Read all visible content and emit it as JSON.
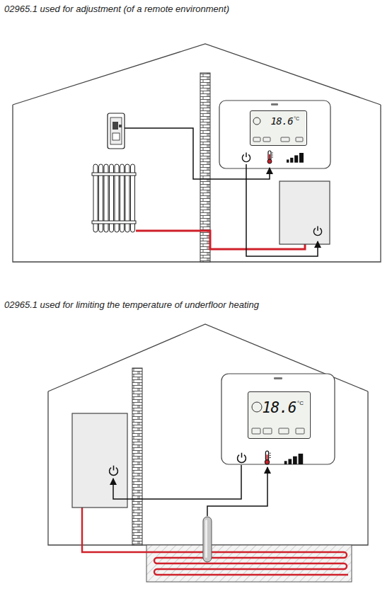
{
  "diagram": {
    "nodes": [
      {
        "text": [
          "18.6",
          "°C"
        ]
      },
      {
        "text": [
          "18.6",
          "°C"
        ]
      }
    ],
    "labels": [
      "02965.1 used for adjustment (of a remote environment)",
      "02965.1 used for limiting the temperature of underfloor heating"
    ]
  }
}
